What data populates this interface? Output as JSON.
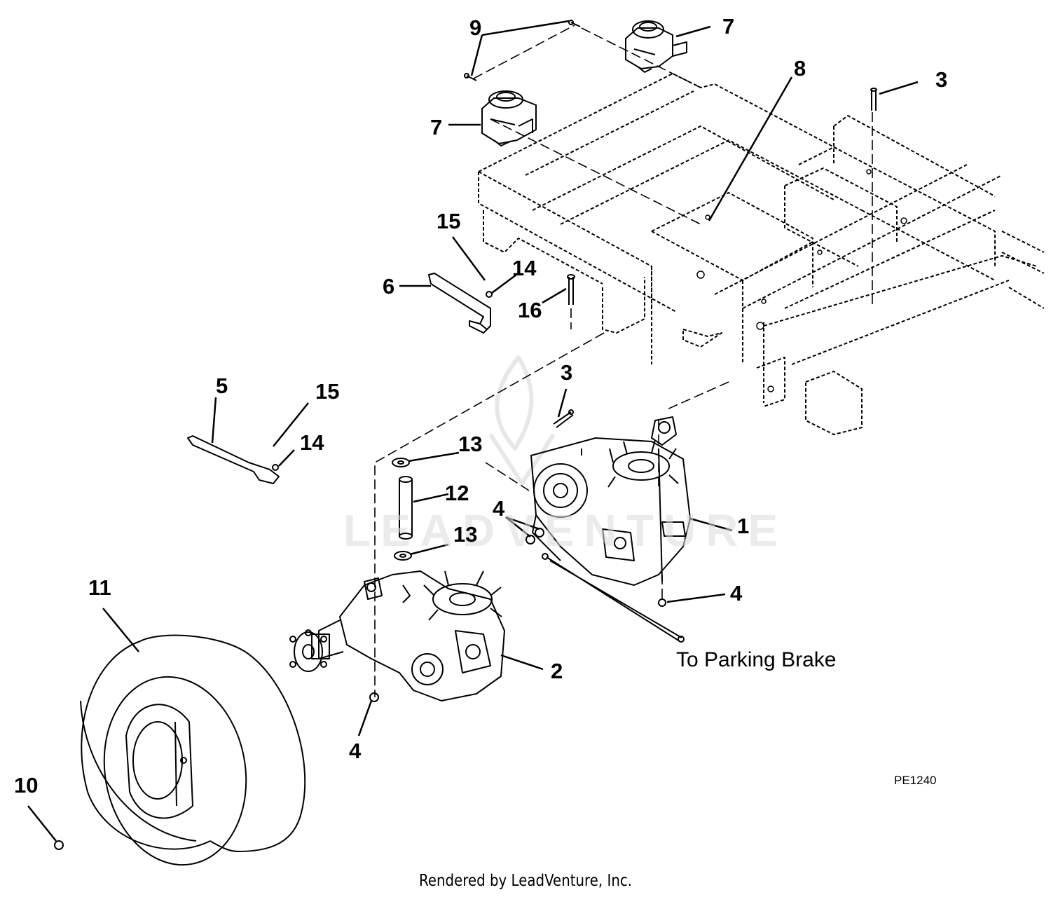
{
  "callouts": {
    "c1": "1",
    "c2": "2",
    "c3a": "3",
    "c3b": "3",
    "c4a": "4",
    "c4b": "4",
    "c4c": "4",
    "c5": "5",
    "c6": "6",
    "c7a": "7",
    "c7b": "7",
    "c8": "8",
    "c9": "9",
    "c10": "10",
    "c11": "11",
    "c12": "12",
    "c13a": "13",
    "c13b": "13",
    "c14a": "14",
    "c14b": "14",
    "c15a": "15",
    "c15b": "15",
    "c16": "16"
  },
  "annotation": "To Parking Brake",
  "figure_code": "PE1240",
  "credit": "Rendered by LeadVenture, Inc.",
  "watermark": "LEADVENTURE",
  "colors": {
    "line": "#000000",
    "background": "#ffffff",
    "watermark": "#dcdcdc"
  }
}
